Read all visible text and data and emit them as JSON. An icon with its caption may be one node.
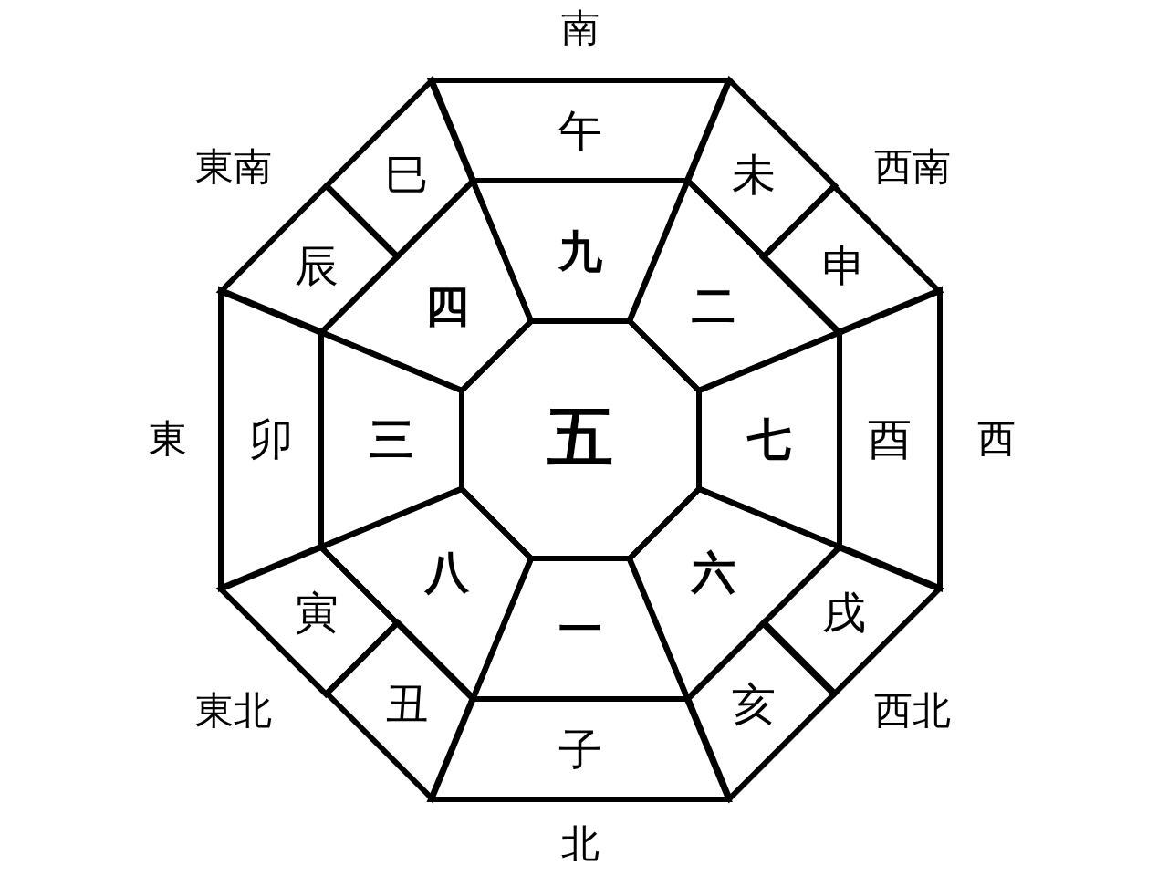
{
  "diagram": {
    "nodes": [
      {
        "text": [
          "五"
        ]
      },
      {
        "text": [
          "九"
        ]
      },
      {
        "text": [
          "二"
        ]
      },
      {
        "text": [
          "七"
        ]
      },
      {
        "text": [
          "六"
        ]
      },
      {
        "text": [
          "一"
        ]
      },
      {
        "text": [
          "八"
        ]
      },
      {
        "text": [
          "三"
        ]
      },
      {
        "text": [
          "四"
        ]
      },
      {
        "text": [
          "午"
        ]
      },
      {
        "text": [
          "未"
        ]
      },
      {
        "text": [
          "申"
        ]
      },
      {
        "text": [
          "酉"
        ]
      },
      {
        "text": [
          "戌"
        ]
      },
      {
        "text": [
          "亥"
        ]
      },
      {
        "text": [
          "子"
        ]
      },
      {
        "text": [
          "丑"
        ]
      },
      {
        "text": [
          "寅"
        ]
      },
      {
        "text": [
          "卯"
        ]
      },
      {
        "text": [
          "辰"
        ]
      },
      {
        "text": [
          "巳"
        ]
      }
    ],
    "labels": [
      "南",
      "東南",
      "西南",
      "東",
      "西",
      "東北",
      "西北",
      "北"
    ]
  }
}
